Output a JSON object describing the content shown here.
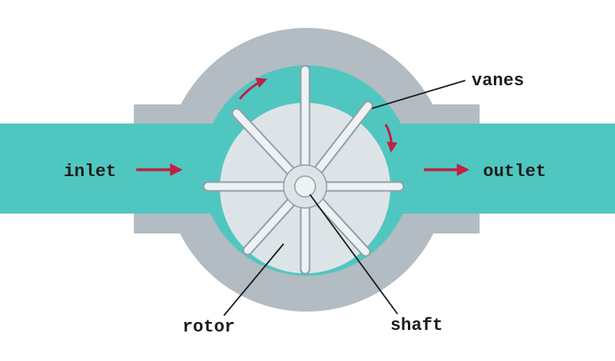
{
  "diagram": {
    "type": "rotary-vane-pump-cross-section",
    "labels": {
      "inlet": "inlet",
      "outlet": "outlet",
      "vanes": "vanes",
      "rotor": "rotor",
      "shaft": "shaft"
    },
    "rotation_direction": "clockwise",
    "vane_count": 8,
    "colors": {
      "background": "#ffffff",
      "fluid_teal": "#4fc7c0",
      "housing_gray": "#b2bcc2",
      "rotor_light": "#dde4e7",
      "vane_fill": "#eef2f4",
      "vane_outline": "#8fa0a8",
      "arrow_red": "#c21f45",
      "text_dark": "#1c1c1c"
    }
  }
}
